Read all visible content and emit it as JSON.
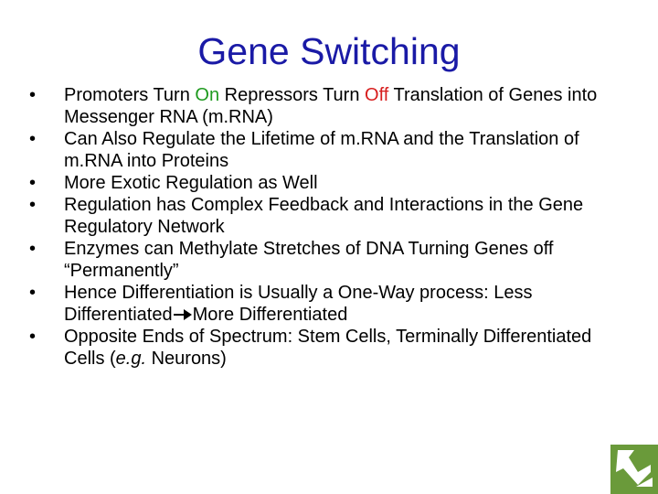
{
  "slide": {
    "title": "Gene Switching",
    "bullet_char": "•",
    "bullets": {
      "b1": {
        "t1": "Promoters Turn ",
        "on": "On",
        "t2": " Repressors Turn ",
        "off": "Off",
        "t3": " Translation of Genes into Messenger RNA (m.RNA)"
      },
      "b2": "Can Also Regulate the Lifetime of m.RNA and the Translation of m.RNA into Proteins",
      "b3": "More Exotic Regulation as Well",
      "b4": "Regulation has Complex Feedback and Interactions in the Gene Regulatory Network",
      "b5": "Enzymes can Methylate Stretches of DNA Turning Genes off “Permanently”",
      "b6": {
        "t1": "Hence Differentiation is Usually a One-Way process: Less Differentiated",
        "t2": "More Differentiated"
      },
      "b7": {
        "t1": "Opposite Ends of Spectrum: Stem Cells, Terminally Differentiated Cells (",
        "eg": "e.g.",
        "t2": " Neurons)"
      }
    },
    "colors": {
      "title": "#1a1aa6",
      "on": "#1f9a1f",
      "off": "#d71d1d",
      "logo": "#6a9a3a"
    },
    "icons": {
      "arrow": "right-arrow-icon",
      "logo": "corner-logo"
    }
  }
}
